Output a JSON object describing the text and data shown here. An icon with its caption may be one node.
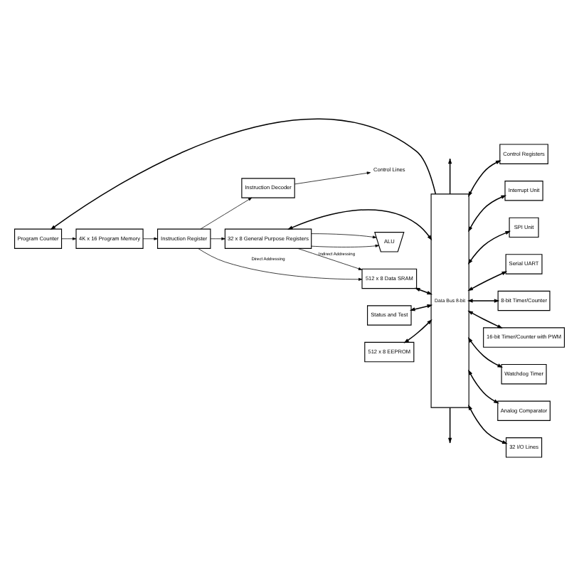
{
  "diagram": {
    "nodes": [
      {
        "text": [
          "Data Bus 8-bit"
        ]
      },
      {
        "text": [
          "4K x 16 Program Memory"
        ]
      },
      {
        "text": [
          "Program Counter"
        ]
      },
      {
        "text": [
          "Instruction Register"
        ]
      },
      {
        "text": [
          "Instruction Decoder"
        ]
      },
      {
        "text": [
          "Control Lines"
        ]
      },
      {
        "text": [
          "Status and Test"
        ]
      },
      {
        "text": [
          "32 x 8 General Purpose Registers"
        ]
      },
      {
        "text": [
          "ALU"
        ]
      },
      {
        "text": [
          "512 x 8 Data SRAM"
        ]
      },
      {
        "text": [
          "512 x 8 EEPROM"
        ]
      },
      {
        "text": [
          "Control Registers"
        ]
      },
      {
        "text": [
          "Interrupt Unit"
        ]
      },
      {
        "text": [
          "SPI Unit"
        ]
      },
      {
        "text": [
          "Serial UART"
        ]
      },
      {
        "text": [
          "8-bit Timer/Counter"
        ]
      },
      {
        "text": [
          "16-bit Timer/Counter with PWM"
        ]
      },
      {
        "text": [
          "Watchdog Timer"
        ]
      },
      {
        "text": [
          "Analog Comparator"
        ]
      },
      {
        "text": [
          "32 I/O Lines"
        ]
      }
    ],
    "edges": [
      {
        "from": 0,
        "to": null,
        "arrow": "to"
      },
      {
        "from": 0,
        "to": 2,
        "arrow": "to"
      },
      {
        "from": 2,
        "to": 1,
        "arrow": "to"
      },
      {
        "from": 1,
        "to": 3,
        "arrow": "to"
      },
      {
        "from": 3,
        "to": 4,
        "arrow": "to"
      },
      {
        "from": 4,
        "to": 5,
        "arrow": "to"
      },
      {
        "from": 3,
        "to": 7,
        "arrow": "to"
      },
      {
        "from": 3,
        "to": 9,
        "label": "Direct Addressing",
        "arrow": "to"
      },
      {
        "from": 7,
        "to": 9,
        "label": "Indirect Addressing",
        "arrow": "to"
      },
      {
        "from": 7,
        "to": 8,
        "arrow": "to"
      },
      {
        "from": 7,
        "to": 8,
        "arrow": "to"
      },
      {
        "from": 6,
        "to": 0,
        "arrow": "both"
      },
      {
        "from": 7,
        "to": 0,
        "arrow": "both"
      },
      {
        "from": 9,
        "to": 0,
        "arrow": "both"
      },
      {
        "from": 10,
        "to": 0,
        "arrow": "both"
      },
      {
        "from": 0,
        "to": 11,
        "arrow": "both"
      },
      {
        "from": 0,
        "to": 12,
        "arrow": "both"
      },
      {
        "from": 0,
        "to": 13,
        "arrow": "both"
      },
      {
        "from": 0,
        "to": 14,
        "arrow": "both"
      },
      {
        "from": 0,
        "to": 15,
        "arrow": "both"
      },
      {
        "from": 0,
        "to": 16,
        "arrow": "both"
      },
      {
        "from": 0,
        "to": 17,
        "arrow": "both"
      },
      {
        "from": 0,
        "to": 18,
        "arrow": "both"
      },
      {
        "from": 0,
        "to": 19,
        "arrow": "both"
      },
      {
        "from": 0,
        "to": null,
        "arrow": "to"
      }
    ]
  }
}
